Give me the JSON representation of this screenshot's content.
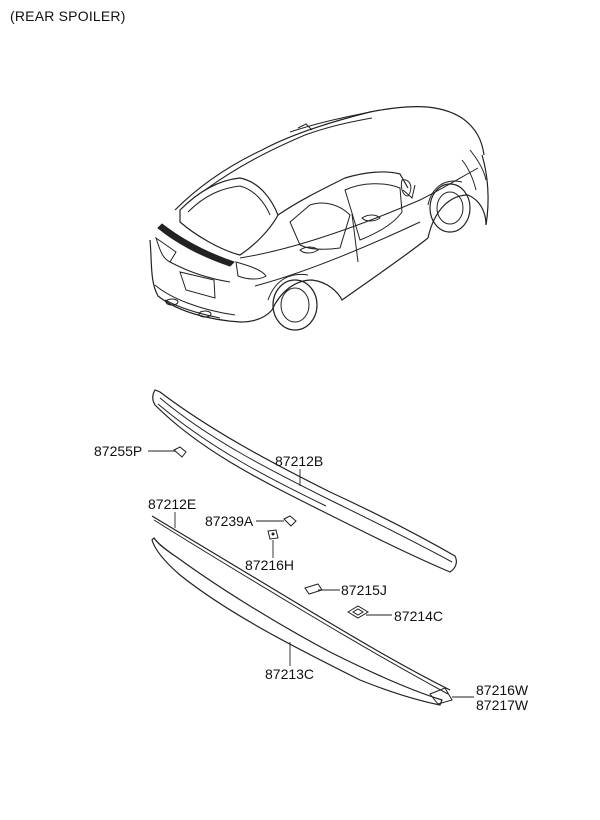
{
  "title": "(REAR SPOILER)",
  "parts": {
    "p87255P": "87255P",
    "p87212B": "87212B",
    "p87212E": "87212E",
    "p87239A": "87239A",
    "p87216H": "87216H",
    "p87215J": "87215J",
    "p87214C": "87214C",
    "p87213C": "87213C",
    "p87216W": "87216W",
    "p87217W": "87217W"
  }
}
